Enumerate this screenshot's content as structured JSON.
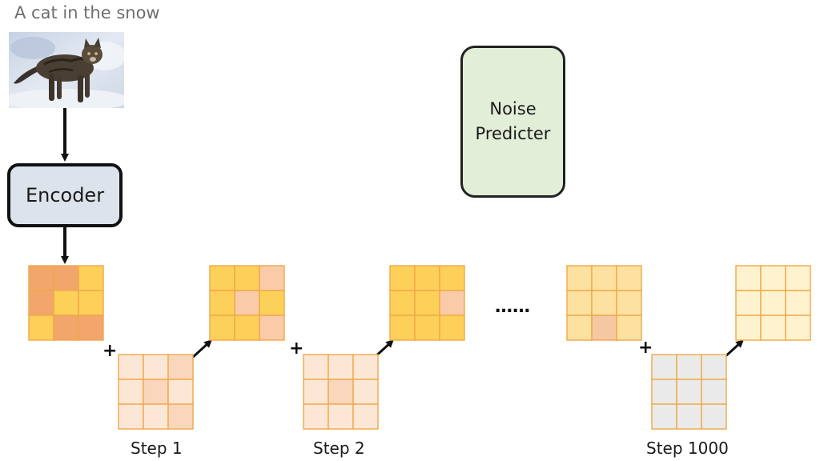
{
  "caption": "A cat in the snow",
  "encoder": {
    "label": "Encoder"
  },
  "noise_predictor": {
    "label": "Noise\nPredicter"
  },
  "ellipsis": "……",
  "operators": {
    "plus": "+"
  },
  "steps": [
    {
      "label": "Step 1"
    },
    {
      "label": "Step 2"
    },
    {
      "label": "Step 1000"
    }
  ],
  "colors": {
    "stroke": "#f0a848",
    "palette": {
      "O": "#f2a66c",
      "Y": "#fdd05a",
      "P": "#f9cba9",
      "L": "#fce7d6",
      "M": "#f9d6bc",
      "A": "#fde1a0",
      "C": "#fff3cf",
      "G": "#eaeaea",
      "H": "#f6c7a3"
    }
  },
  "grids": [
    {
      "name": "latent-grid-initial",
      "cells": [
        "O",
        "O",
        "Y",
        "O",
        "Y",
        "Y",
        "Y",
        "O",
        "O"
      ]
    },
    {
      "name": "noise-grid-step-1",
      "cells": [
        "L",
        "L",
        "M",
        "L",
        "M",
        "L",
        "L",
        "L",
        "M"
      ]
    },
    {
      "name": "latent-grid-after-step-1",
      "cells": [
        "Y",
        "Y",
        "P",
        "Y",
        "P",
        "Y",
        "Y",
        "Y",
        "P"
      ]
    },
    {
      "name": "noise-grid-step-2",
      "cells": [
        "L",
        "L",
        "L",
        "L",
        "M",
        "L",
        "L",
        "L",
        "L"
      ]
    },
    {
      "name": "latent-grid-after-step-2",
      "cells": [
        "Y",
        "Y",
        "Y",
        "Y",
        "Y",
        "P",
        "Y",
        "Y",
        "Y"
      ]
    },
    {
      "name": "latent-grid-before-step-1000",
      "cells": [
        "A",
        "A",
        "A",
        "A",
        "A",
        "A",
        "A",
        "H",
        "A"
      ]
    },
    {
      "name": "noise-grid-step-1000",
      "cells": [
        "G",
        "G",
        "G",
        "G",
        "G",
        "G",
        "G",
        "G",
        "G"
      ]
    },
    {
      "name": "latent-grid-final",
      "cells": [
        "C",
        "C",
        "C",
        "C",
        "C",
        "C",
        "C",
        "C",
        "C"
      ]
    }
  ]
}
